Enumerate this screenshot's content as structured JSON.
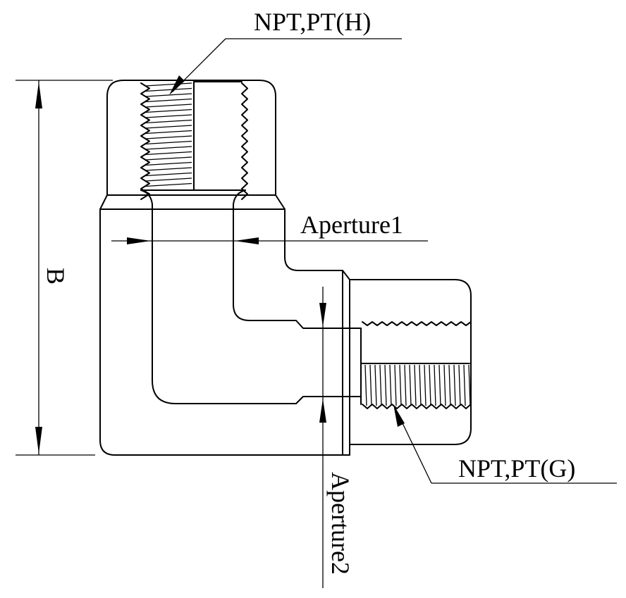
{
  "labels": {
    "thread_top": "NPT,PT(H)",
    "aperture1": "Aperture1",
    "dimension_b": "B",
    "thread_side": "NPT,PT(G)",
    "aperture2": "Aperture2"
  }
}
